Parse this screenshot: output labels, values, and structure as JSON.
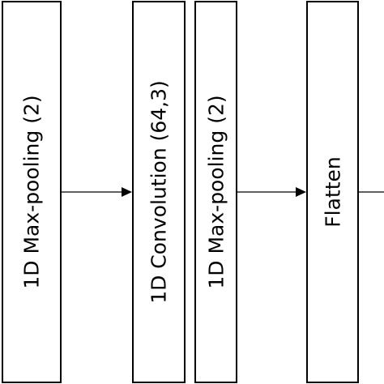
{
  "diagram": {
    "blocks": [
      {
        "id": "maxpool-1",
        "label": "1D Max-pooling (2)"
      },
      {
        "id": "conv-2",
        "label": "1D Convolution (64,3)"
      },
      {
        "id": "maxpool-2",
        "label": "1D Max-pooling (2)"
      },
      {
        "id": "flatten",
        "label": "Flatten"
      }
    ],
    "connections": [
      {
        "from": "maxpool-1",
        "to": "conv-2"
      },
      {
        "from": "maxpool-2",
        "to": "flatten"
      },
      {
        "from": "flatten",
        "to": "next"
      }
    ],
    "colors": {
      "stroke": "#000000",
      "fill": "#ffffff"
    }
  }
}
